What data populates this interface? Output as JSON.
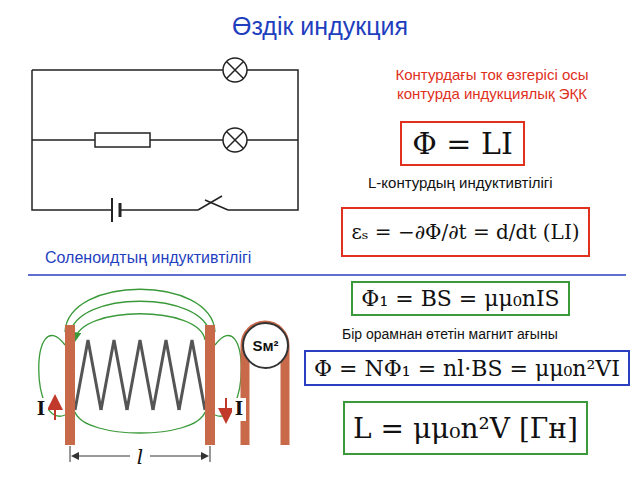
{
  "diagram": {
    "title": "Өздік индукция",
    "nodes": [
      {
        "text": [
          "Φ = LI"
        ]
      },
      {
        "text": [
          "εₛ = −∂Φ/∂t = d/dt (LI)"
        ]
      },
      {
        "text": [
          "Sм²"
        ]
      },
      {
        "text": [
          "Φ₁ = BS = μμ₀nIS"
        ]
      },
      {
        "text": [
          "Φ = NΦ₁ = nl·BS = μμ₀n²VI"
        ]
      },
      {
        "text": [
          "L = μμ₀n²V [Гн]"
        ]
      }
    ],
    "labels": [
      "Контурдағы ток өзгерісі осы контурда индукциялық ЭҚК",
      "L-контурдың индуктивтілігі",
      "Соленоидтың индуктивтілігі",
      "Бір орамнан өтетін магнит ағыны",
      "I",
      "I",
      "l"
    ]
  }
}
